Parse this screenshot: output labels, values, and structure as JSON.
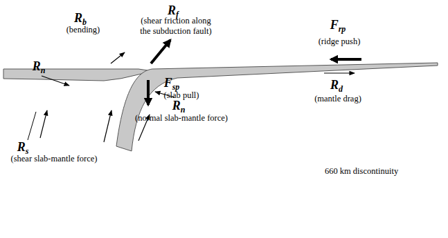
{
  "diagram": {
    "labels": [
      "Rf",
      "(shear friction along the subduction fault)",
      "Rb",
      "(bending)",
      "Frp",
      "(ridge push)",
      "Rn",
      "Fsp",
      "(slab pull)",
      "Rd",
      "(mantle drag)",
      "Rn",
      "(normal slab-mantle force)",
      "Rs",
      "(shear slab-mantle force)",
      "660 km discontinuity"
    ]
  }
}
